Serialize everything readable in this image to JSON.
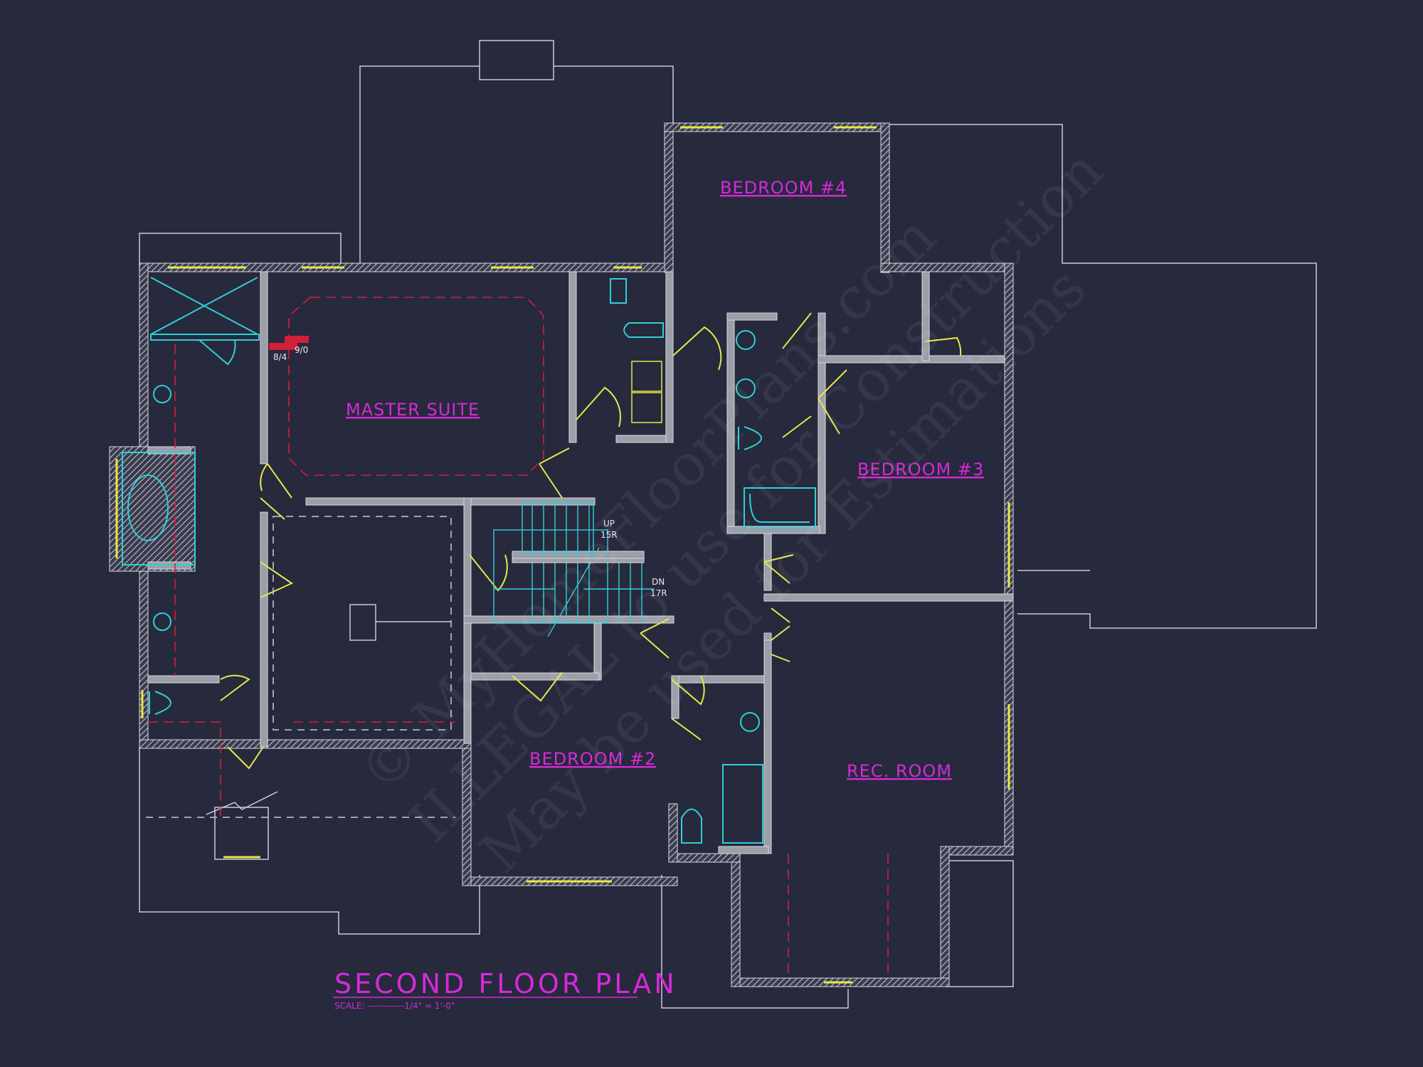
{
  "drawing": {
    "title": "SECOND FLOOR PLAN",
    "scale_label": "SCALE: ------------1/4\" = 1'-0\"",
    "background_color": "#27293d",
    "colors": {
      "label_magenta": "#d62ad8",
      "window_yellow": "#e6e84a",
      "fixture_cyan": "#2fd0d8",
      "ceiling_red": "#d0203a",
      "wall_gray": "#9c9ea8"
    }
  },
  "rooms": {
    "master_suite": "MASTER SUITE",
    "bedroom_4": "BEDROOM #4",
    "bedroom_3": "BEDROOM #3",
    "bedroom_2": "BEDROOM #2",
    "rec_room": "REC. ROOM"
  },
  "annotations": {
    "dim_left": "8/4",
    "dim_right": "9/0",
    "stair_up": "UP",
    "stair_up_risers": "15R",
    "stair_down": "DN",
    "stair_down_risers": "17R"
  },
  "watermark": {
    "line1": "© MyHomeFloorPlans.com",
    "line2": "ILLEGAL to use for Construction",
    "line3": "May be used for Estimations"
  }
}
